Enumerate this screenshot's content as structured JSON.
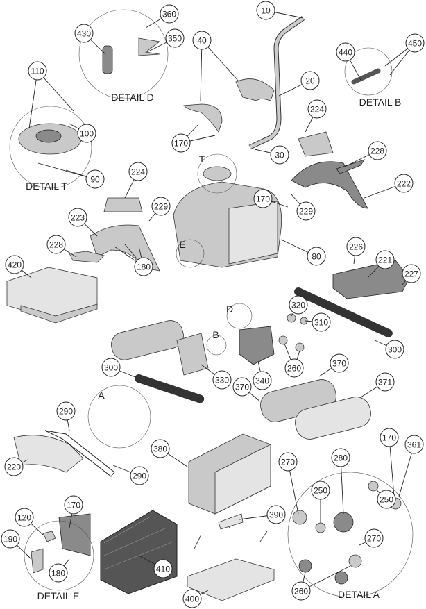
{
  "diagram": {
    "callouts": [
      "10",
      "360",
      "430",
      "350",
      "440",
      "450",
      "110",
      "40",
      "20",
      "224",
      "100",
      "170",
      "30",
      "228",
      "90",
      "224",
      "222",
      "170",
      "229",
      "229",
      "223",
      "228",
      "420",
      "80",
      "180",
      "226",
      "221",
      "227",
      "320",
      "310",
      "300",
      "260",
      "340",
      "300",
      "330",
      "370",
      "371",
      "370",
      "290",
      "380",
      "290",
      "220",
      "170",
      "361",
      "270",
      "280",
      "250",
      "250",
      "170",
      "120",
      "390",
      "190",
      "270",
      "410",
      "180",
      "260",
      "400"
    ],
    "detail_labels": [
      "DETAIL D",
      "DETAIL B",
      "DETAIL T",
      "DETAIL E",
      "DETAIL A"
    ],
    "detail_letters": [
      "T",
      "E",
      "D",
      "B",
      "A"
    ]
  }
}
